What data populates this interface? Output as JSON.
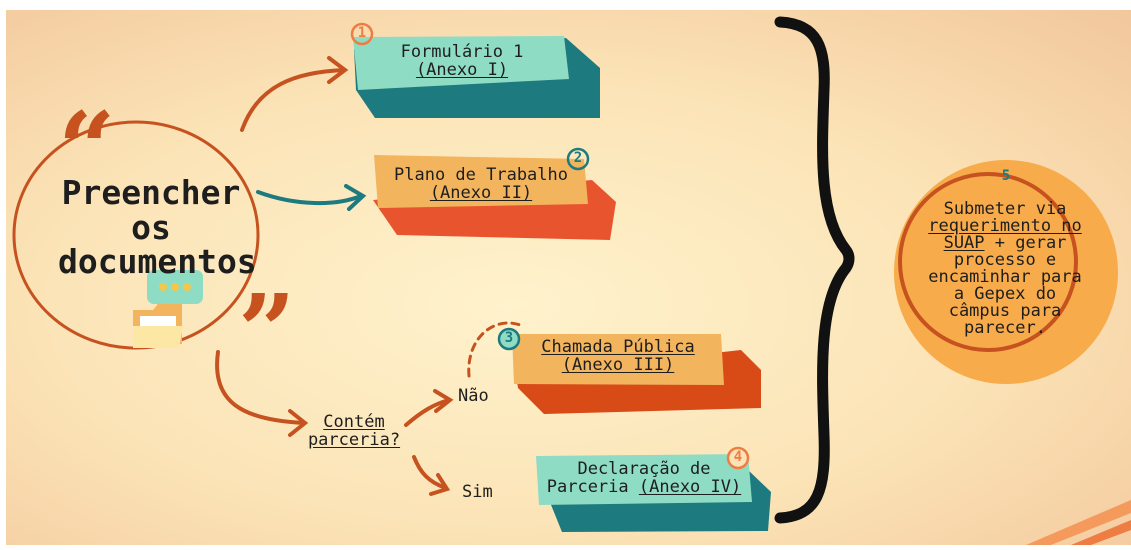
{
  "main": {
    "title_lines": [
      "Preencher",
      "os",
      "documentos"
    ],
    "quote_open": "“",
    "quote_close": "”",
    "step1": {
      "number": "1",
      "line1": "Formulário 1",
      "line2": "(Anexo I)"
    },
    "step2": {
      "number": "2",
      "line1": "Plano de Trabalho",
      "line2": "(Anexo II)"
    },
    "question_lines": [
      "Contém",
      "parceria?"
    ],
    "answer_no": "Não",
    "answer_yes": "Sim",
    "step3": {
      "number": "3",
      "line1": "Chamada Pública",
      "line2": "(Anexo III)"
    },
    "step4": {
      "number": "4",
      "line1": "Declaração de",
      "line2_prefix": "Parceria ",
      "line2_link": "(Anexo IV)"
    },
    "step5": {
      "number": "5",
      "line1": "Submeter via",
      "link_line1": "requerimento no",
      "link_line2": "SUAP",
      "line3_suffix": " + gerar",
      "rest_lines": [
        "processo e",
        "encaminhar para",
        "a Gepex do",
        "câmpus para",
        "parecer."
      ]
    },
    "colors": {
      "teal": "#8fdcc4",
      "teal_dark": "#1d7a7f",
      "orange_light": "#f3b45e",
      "orange_dark": "#e8542e",
      "rust": "#c6531f",
      "brace": "#111111"
    }
  }
}
